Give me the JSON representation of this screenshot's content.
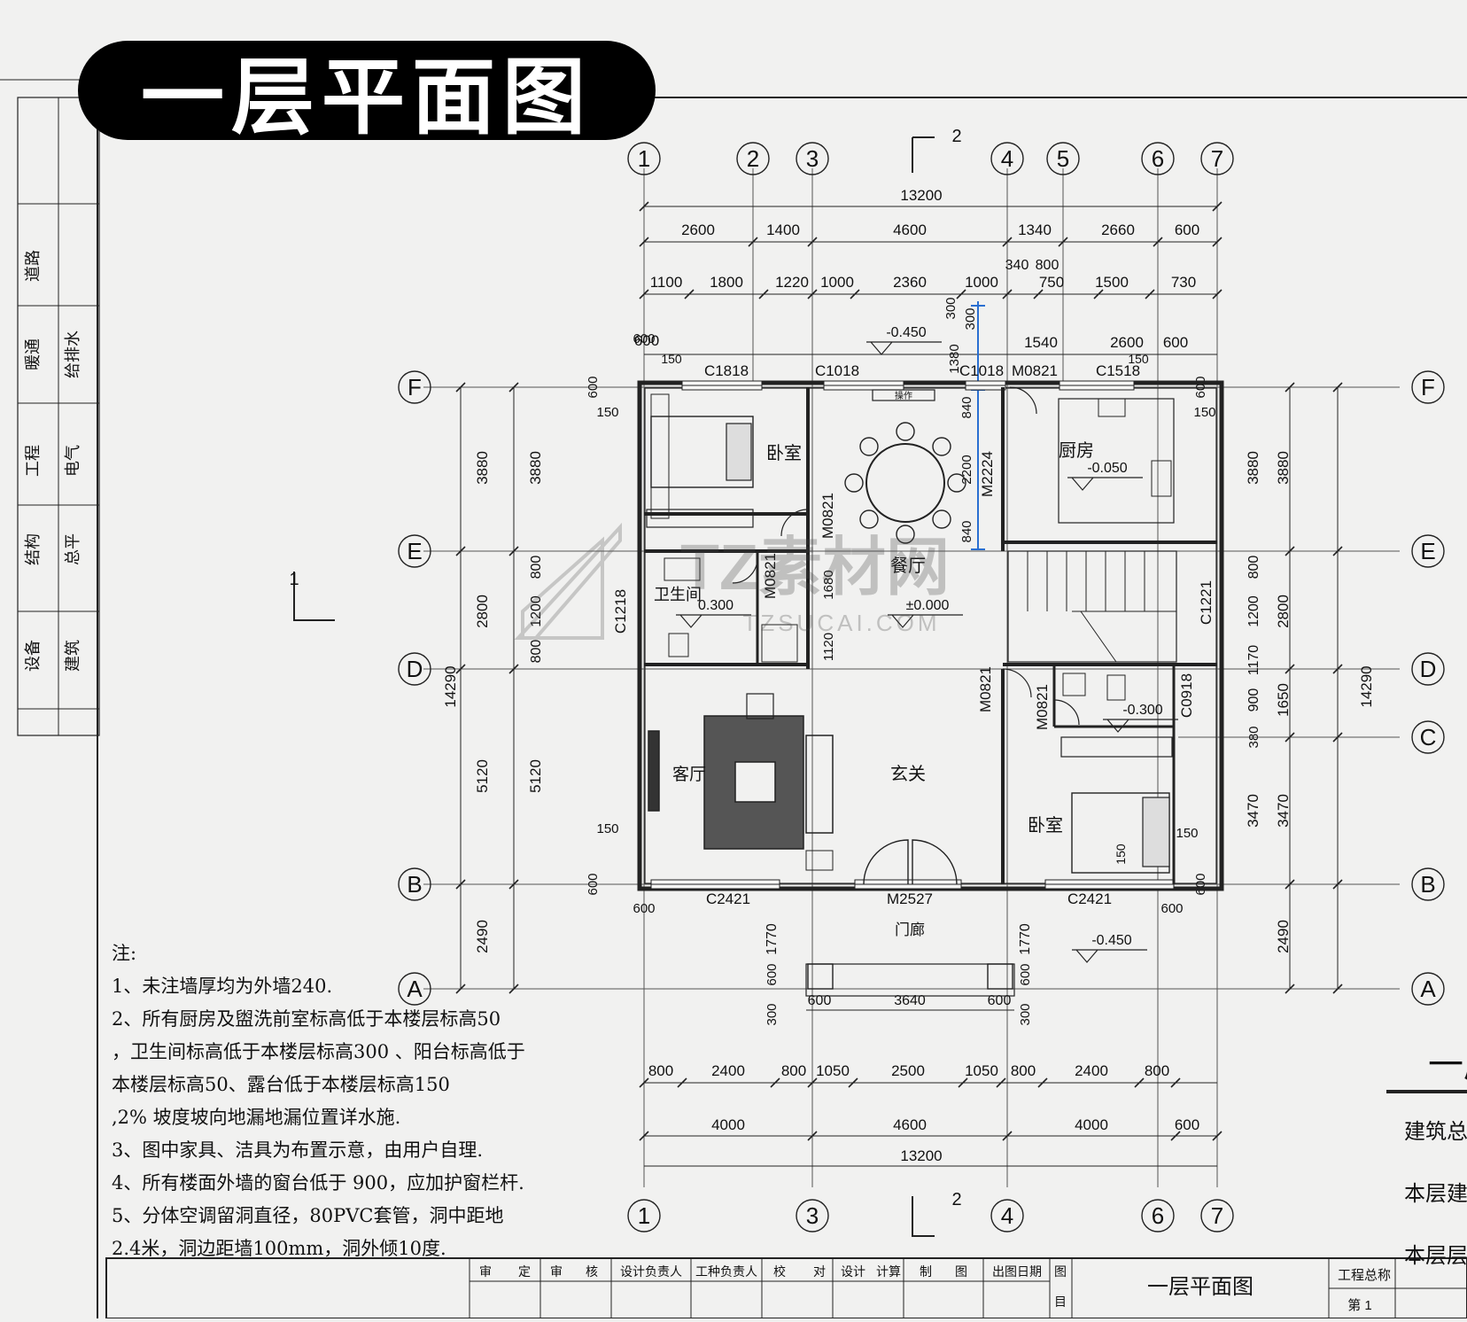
{
  "banner_title": "一层平面图",
  "axes_top": [
    "1",
    "2",
    "3",
    "4",
    "5",
    "6",
    "7"
  ],
  "axes_bottom": [
    "1",
    "3",
    "4",
    "6",
    "7"
  ],
  "axes_left": [
    "F",
    "E",
    "D",
    "B",
    "A"
  ],
  "axes_right": [
    "F",
    "E",
    "D",
    "C",
    "B",
    "A"
  ],
  "dims": {
    "top_total": "13200",
    "top_row1": [
      "2600",
      "1400",
      "4600",
      "1340",
      "2660",
      "600"
    ],
    "top_row2": [
      "1100",
      "1800",
      "1220",
      "1000",
      "2360",
      "1000",
      "750",
      "1500",
      "730"
    ],
    "top_extra": [
      "340",
      "800",
      "1540",
      "2600",
      "600",
      "600"
    ],
    "bottom_row1": [
      "800",
      "2400",
      "800",
      "1050",
      "2500",
      "1050",
      "800",
      "2400",
      "800"
    ],
    "bottom_row2": [
      "4000",
      "4600",
      "4000",
      "600"
    ],
    "bottom_total": "13200",
    "porch": [
      "600",
      "3640",
      "600",
      "1770",
      "1770",
      "600",
      "600",
      "300",
      "300"
    ],
    "left_outer": [
      "3880",
      "2800",
      "5120",
      "2490",
      "14290"
    ],
    "left_inner": [
      "3880",
      "800",
      "1200",
      "800",
      "5120",
      "600",
      "600",
      "150",
      "150",
      "600",
      "600"
    ],
    "right_outer": [
      "3880",
      "2800",
      "1650",
      "3470",
      "2490",
      "14290"
    ],
    "right_inner": [
      "3880",
      "800",
      "1200",
      "1170",
      "900",
      "380",
      "3470",
      "600",
      "150",
      "600",
      "600",
      "150"
    ],
    "interior": [
      "300",
      "300",
      "1380",
      "840",
      "2200",
      "840",
      "1680",
      "1120",
      "150",
      "150",
      "150"
    ]
  },
  "openings": [
    "C1818",
    "C1018",
    "C1018",
    "M0821",
    "C1518",
    "M2224",
    "M0821",
    "M0821",
    "C1218",
    "C1221",
    "M0821",
    "M0821",
    "C0918",
    "C2421",
    "M2527",
    "C2421"
  ],
  "rooms": {
    "bedroom_a": "卧室",
    "dining": "餐厅",
    "kitchen": "厨房",
    "bath": "卫生间",
    "living": "客厅",
    "foyer": "玄关",
    "bedroom_b": "卧室",
    "porch": "门廊",
    "counter": "操作"
  },
  "levels": [
    "-0.450",
    "-0.050",
    "0.300",
    "±0.000",
    "-0.300",
    "-0.450"
  ],
  "section_marks": [
    "1",
    "2",
    "2"
  ],
  "watermark": {
    "main": "TZ素材网",
    "sub": "TZSUCAI.COM"
  },
  "notes_title": "注:",
  "notes": [
    "1、未注墙厚均为外墙240.",
    "2、所有厨房及盥洗前室标高低于本楼层标高50",
    "，卫生间标高低于本楼层标高300 、阳台标高低于",
    "本楼层标高50、露台低于本楼层标高150",
    ",2% 坡度坡向地漏地漏位置详水施.",
    "3、图中家具、洁具为布置示意，由用户自理.",
    "4、所有楼面外墙的窗台低于 900，应加护窗栏杆.",
    "5、分体空调留洞直径，80PVC套管，洞中距地",
    "2.4米，洞边距墙100mm，洞外倾10度."
  ],
  "side_panel": {
    "title_right": "一层",
    "lines": [
      "建筑总",
      "本层建",
      "本层层"
    ]
  },
  "title_block": {
    "headers": [
      "审",
      "定",
      "审",
      "核",
      "设计负责人",
      "工种负责人",
      "校",
      "对",
      "设计",
      "计算",
      "制",
      "图",
      "出图日期",
      "图",
      "目"
    ],
    "drawing_name": "一层平面图",
    "project": "工程总称",
    "sheet": "第  1"
  },
  "left_strip": [
    "暖通",
    "给排水",
    "工程",
    "电气",
    "设备",
    "建筑",
    "结构",
    "总平",
    "道路"
  ]
}
